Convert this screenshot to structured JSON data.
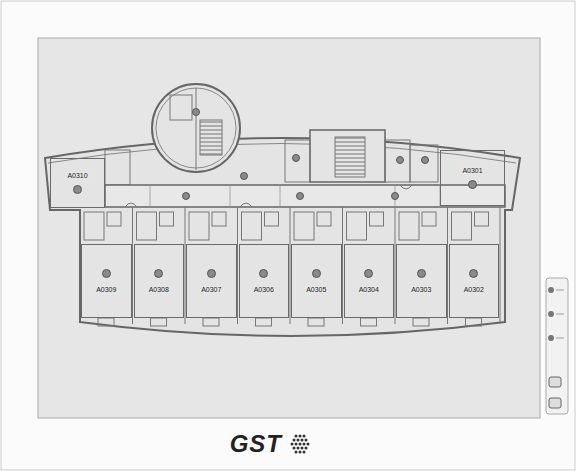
{
  "diagram": {
    "nodes": [
      {
        "text": [
          "A0310"
        ]
      },
      {
        "text": [
          "A0301"
        ]
      },
      {
        "text": [
          "A0309"
        ]
      },
      {
        "text": [
          "A0308"
        ]
      },
      {
        "text": [
          "A0307"
        ]
      },
      {
        "text": [
          "A0306"
        ]
      },
      {
        "text": [
          "A0305"
        ]
      },
      {
        "text": [
          "A0304"
        ]
      },
      {
        "text": [
          "A0303"
        ]
      },
      {
        "text": [
          "A0302"
        ]
      }
    ],
    "labels": [
      "GST"
    ]
  }
}
